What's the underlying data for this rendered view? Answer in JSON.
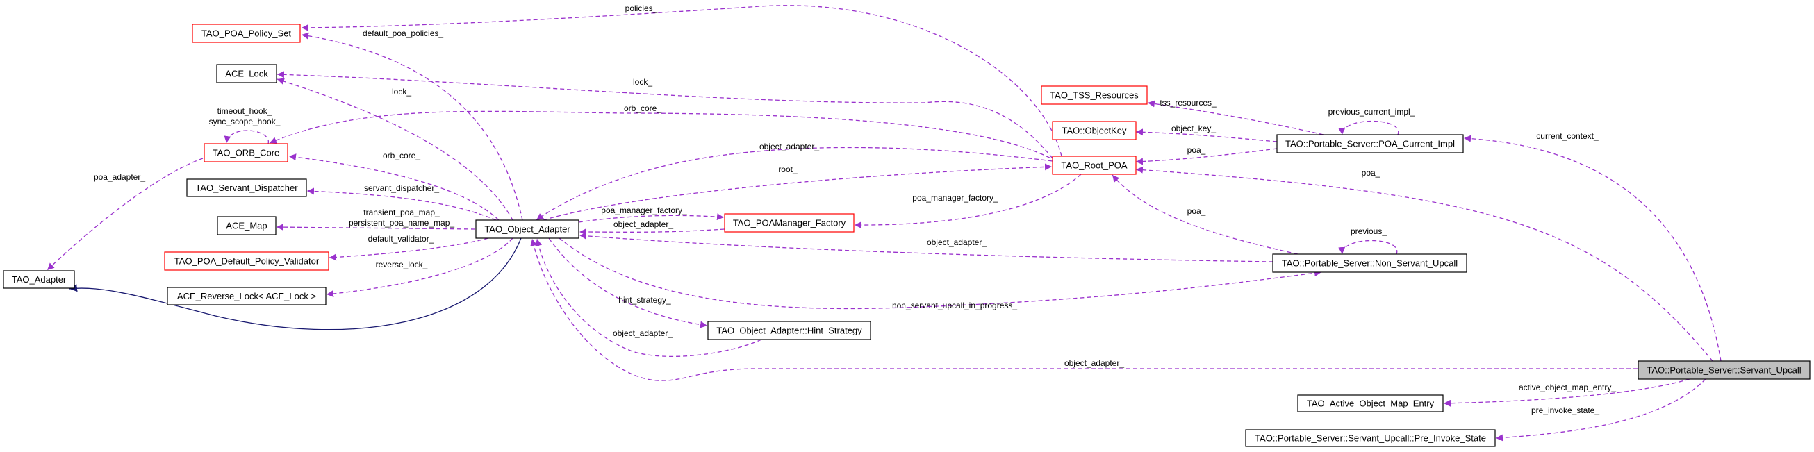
{
  "colors": {
    "usage_edge": "#9a32cd",
    "inherit_edge": "#191970",
    "incomplete_border": "#ff0000",
    "focus_fill": "#bfbfbf"
  },
  "nodes": {
    "poa_policy_set": "TAO_POA_Policy_Set",
    "ace_lock": "ACE_Lock",
    "orb_core": "TAO_ORB_Core",
    "servant_dispatcher": "TAO_Servant_Dispatcher",
    "ace_map": "ACE_Map",
    "default_policy_validator": "TAO_POA_Default_Policy_Validator",
    "tao_adapter": "TAO_Adapter",
    "reverse_lock": "ACE_Reverse_Lock< ACE_Lock >",
    "object_adapter": "TAO_Object_Adapter",
    "poamanager_factory": "TAO_POAManager_Factory",
    "hint_strategy": "TAO_Object_Adapter::Hint_Strategy",
    "root_poa": "TAO_Root_POA",
    "tss_resources": "TAO_TSS_Resources",
    "object_key": "TAO::ObjectKey",
    "poa_current_impl": "TAO::Portable_Server::POA_Current_Impl",
    "non_servant_upcall": "TAO::Portable_Server::Non_Servant_Upcall",
    "servant_upcall": "TAO::Portable_Server::Servant_Upcall",
    "active_object_map_entry": "TAO_Active_Object_Map_Entry",
    "pre_invoke_state": "TAO::Portable_Server::Servant_Upcall::Pre_Invoke_State"
  },
  "edge_labels": {
    "policies": "policies_",
    "default_poa_policies": "default_poa_policies_",
    "lock_root": "lock_",
    "lock_oa": "lock_",
    "timeout_hook": "timeout_hook_",
    "sync_scope_hook": "sync_scope_hook_",
    "orb_core_root": "orb_core_",
    "orb_core_oa": "orb_core_",
    "poa_adapter": "poa_adapter_",
    "servant_dispatcher": "servant_dispatcher_",
    "transient_poa_map": "transient_poa_map_",
    "persistent_poa_name_map": "persistent_poa_name_map_",
    "default_validator": "default_validator_",
    "reverse_lock": "reverse_lock_",
    "object_adapter_root": "object_adapter_",
    "root": "root_",
    "poa_manager_factory_oa": "poa_manager_factory_",
    "object_adapter_pmf": "object_adapter_",
    "poa_manager_factory_root": "poa_manager_factory_",
    "tss_resources": "tss_resources_",
    "object_key": "object_key_",
    "poa_current": "poa_",
    "previous_current_impl": "previous_current_impl_",
    "current_context": "current_context_",
    "poa_servant": "poa_",
    "poa_non_servant": "poa_",
    "previous": "previous_",
    "object_adapter_non_servant": "object_adapter_",
    "non_servant_upcall_in_progress": "non_servant_upcall_in_progress_",
    "hint_strategy": "hint_strategy_",
    "object_adapter_hint": "object_adapter_",
    "object_adapter_servant": "object_adapter_",
    "active_object_map_entry": "active_object_map_entry_",
    "pre_invoke_state": "pre_invoke_state_"
  }
}
